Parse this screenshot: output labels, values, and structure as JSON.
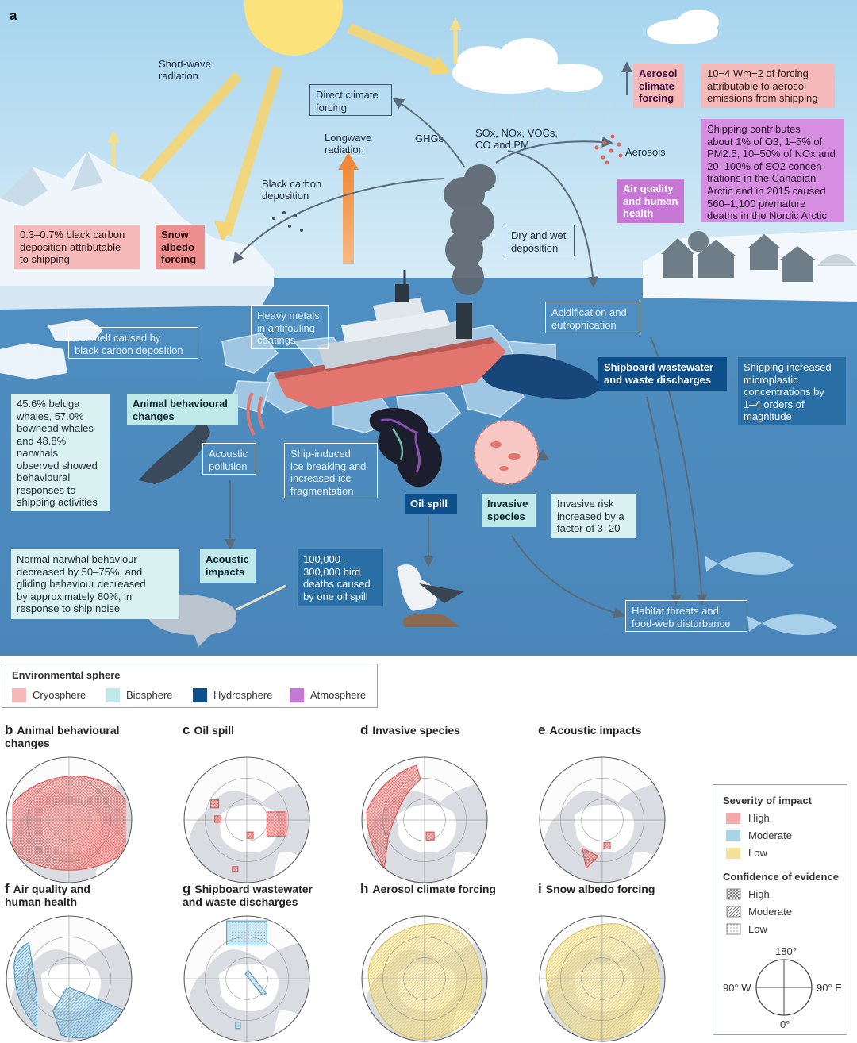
{
  "panel_a": {
    "letter": "a",
    "labels": {
      "short_wave": "Short-wave\nradiation",
      "direct_climate": "Direct climate\nforcing",
      "longwave": "Longwave\nradiation",
      "ghgs": "GHGs",
      "sox": "SOx, NOx, VOCs,\nCO and PM",
      "aerosols": "Aerosols",
      "black_carbon": "Black carbon\ndeposition",
      "dry_wet": "Dry and wet\ndeposition",
      "heavy_metals": "Heavy metals\nin antifouling\ncoatings",
      "acidification": "Acidification and\neutrophication",
      "ice_melt": "Ice melt caused by\nblack carbon deposition",
      "acoustic_pollution": "Acoustic\npollution",
      "ice_breaking": "Ship-induced\nice breaking and\nincreased ice\nfragmentation",
      "habitat": "Habitat threats and\nfood-web disturbance"
    },
    "boxes": {
      "aerosol_forcing": "Aerosol\nclimate\nforcing",
      "aerosol_forcing_note": "10−4 Wm−2 of forcing\nattributable to aerosol\nemissions from shipping",
      "shipping_contrib": "Shipping contributes\nabout 1% of O3, 1–5% of\nPM2.5, 10–50% of NOx and\n20–100% of SO2 concen-\ntrations in the Canadian\nArctic and in 2015 caused\n560–1,100 premature\ndeaths in the Nordic Arctic",
      "air_quality": "Air quality\nand human\nhealth",
      "black_carbon_note": "0.3–0.7% black carbon\ndeposition attributable\nto shipping",
      "snow_albedo": "Snow\nalbedo\nforcing",
      "wastewater": "Shipboard wastewater\nand waste discharges",
      "microplastic": "Shipping increased\nmicroplastic\nconcentrations by\n1–4 orders of\nmagnitude",
      "beluga": "45.6% beluga\nwhales, 57.0%\nbowhead whales\nand 48.8%\nnarwhals\nobserved showed\nbehavioural\nresponses to\nshipping activities",
      "animal_behaviour": "Animal behavioural\nchanges",
      "oil_spill": "Oil spill",
      "invasive": "Invasive\nspecies",
      "invasive_note": "Invasive risk\nincreased by a\nfactor of 3–20",
      "narwhal_note": "Normal narwhal behaviour\ndecreased by 50–75%, and\ngliding behaviour decreased\nby approximately 80%, in\nresponse to ship noise",
      "acoustic_impacts": "Acoustic\nimpacts",
      "bird_deaths": "100,000–\n300,000 bird\ndeaths caused\nby one oil spill"
    }
  },
  "env_legend": {
    "title": "Environmental sphere",
    "items": [
      {
        "label": "Cryosphere",
        "color": "#f6b9b9"
      },
      {
        "label": "Biosphere",
        "color": "#bfe9e8"
      },
      {
        "label": "Hydrosphere",
        "color": "#0c4f8a"
      },
      {
        "label": "Atmosphere",
        "color": "#c777d6"
      }
    ]
  },
  "maps": [
    {
      "letter": "b",
      "title": "Animal behavioural\nchanges",
      "severity": "high",
      "confidence": "high"
    },
    {
      "letter": "c",
      "title": "Oil spill",
      "severity": "high",
      "confidence": "high"
    },
    {
      "letter": "d",
      "title": "Invasive species",
      "severity": "high",
      "confidence": "high"
    },
    {
      "letter": "e",
      "title": "Acoustic impacts",
      "severity": "high",
      "confidence": "high"
    },
    {
      "letter": "f",
      "title": "Air quality and\nhuman health",
      "severity": "moderate",
      "confidence": "moderate"
    },
    {
      "letter": "g",
      "title": "Shipboard wastewater\nand waste discharges",
      "severity": "moderate",
      "confidence": "low"
    },
    {
      "letter": "h",
      "title": "Aerosol climate forcing",
      "severity": "low",
      "confidence": "moderate"
    },
    {
      "letter": "i",
      "title": "Snow albedo forcing",
      "severity": "low",
      "confidence": "moderate"
    }
  ],
  "severity_legend": {
    "title": "Severity of impact",
    "items": [
      {
        "label": "High",
        "color": "#f4a9a9"
      },
      {
        "label": "Moderate",
        "color": "#a9d4e6"
      },
      {
        "label": "Low",
        "color": "#f3e39a"
      }
    ],
    "confidence_title": "Confidence of evidence",
    "confidence_items": [
      {
        "label": "High"
      },
      {
        "label": "Moderate"
      },
      {
        "label": "Low"
      }
    ],
    "compass": {
      "top": "180°",
      "left": "90° W",
      "right": "90° E",
      "bottom": "0°"
    }
  }
}
